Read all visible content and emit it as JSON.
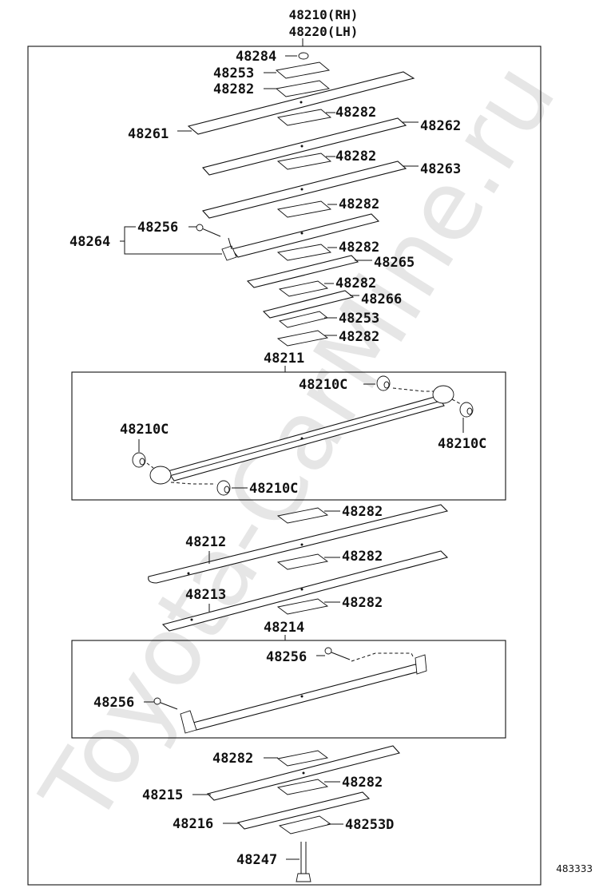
{
  "watermark": "Toyota-CarMine.ru",
  "diagram_code": "483333",
  "assembly": {
    "part_rh": "48210(RH)",
    "part_lh": "48220(LH)"
  },
  "labels": {
    "p48284": "48284",
    "p48253_top": "48253",
    "p48282_a": "48282",
    "p48282_b": "48282",
    "p48261": "48261",
    "p48262": "48262",
    "p48282_c": "48282",
    "p48263": "48263",
    "p48282_d": "48282",
    "p48264": "48264",
    "p48256_a": "48256",
    "p48282_e": "48282",
    "p48265": "48265",
    "p48282_f": "48282",
    "p48266": "48266",
    "p48253_mid": "48253",
    "p48282_g": "48282",
    "p48211": "48211",
    "p48210c_1": "48210C",
    "p48210c_2": "48210C",
    "p48210c_3": "48210C",
    "p48210c_4": "48210C",
    "p48282_h": "48282",
    "p48212": "48212",
    "p48282_i": "48282",
    "p48213": "48213",
    "p48282_j": "48282",
    "p48214": "48214",
    "p48256_b": "48256",
    "p48256_c": "48256",
    "p48282_k": "48282",
    "p48282_l": "48282",
    "p48215": "48215",
    "p48216": "48216",
    "p48253d": "48253D",
    "p48247": "48247"
  }
}
